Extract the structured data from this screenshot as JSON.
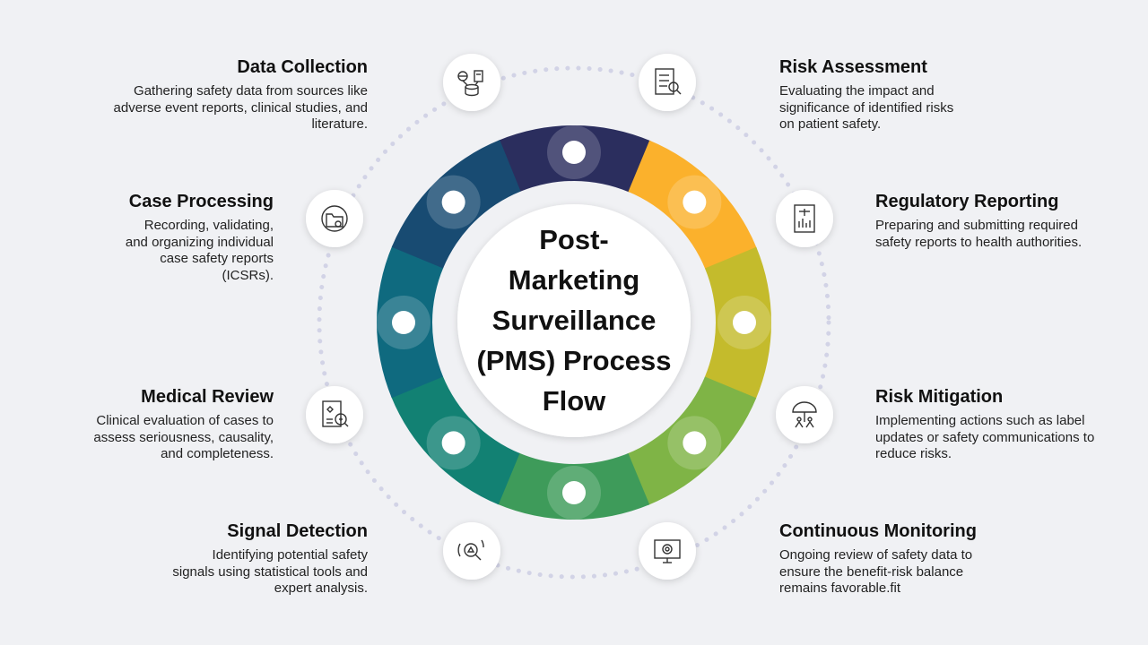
{
  "center": {
    "title": "Post-\nMarketing\nSurveillance\n(PMS) Process\nFlow"
  },
  "steps": [
    {
      "title": "Data Collection",
      "description": "Gathering safety data from sources like adverse event reports, clinical studies, and literature.",
      "icon": "database-network-icon"
    },
    {
      "title": "Risk Assessment",
      "description": "Evaluating the impact and significance of identified risks on patient safety.",
      "icon": "checklist-magnifier-icon"
    },
    {
      "title": "Case Processing",
      "description": "Recording, validating, and organizing individual case safety reports (ICSRs).",
      "icon": "folder-settings-icon"
    },
    {
      "title": "Regulatory Reporting",
      "description": "Preparing and submitting required safety reports to health authorities.",
      "icon": "legal-document-icon"
    },
    {
      "title": "Medical Review",
      "description": "Clinical evaluation of cases to assess seriousness, causality, and completeness.",
      "icon": "medical-record-magnifier-icon"
    },
    {
      "title": "Risk Mitigation",
      "description": "Implementing actions such as label updates or safety communications to reduce risks.",
      "icon": "umbrella-protection-icon"
    },
    {
      "title": "Signal Detection",
      "description": "Identifying potential safety signals using statistical tools and expert analysis.",
      "icon": "signal-search-icon"
    },
    {
      "title": "Continuous Monitoring",
      "description": "Ongoing review of safety data to ensure the benefit-risk balance remains favorable.fit",
      "icon": "monitor-settings-icon"
    }
  ],
  "colors": {
    "background": "#f0f1f4",
    "dots": "#d2d3e6",
    "segments": [
      "#2b2e5e",
      "#fbb12c",
      "#c4bb2c",
      "#7fb446",
      "#3e9b5a",
      "#128173",
      "#0f6a7f",
      "#184b72"
    ]
  }
}
